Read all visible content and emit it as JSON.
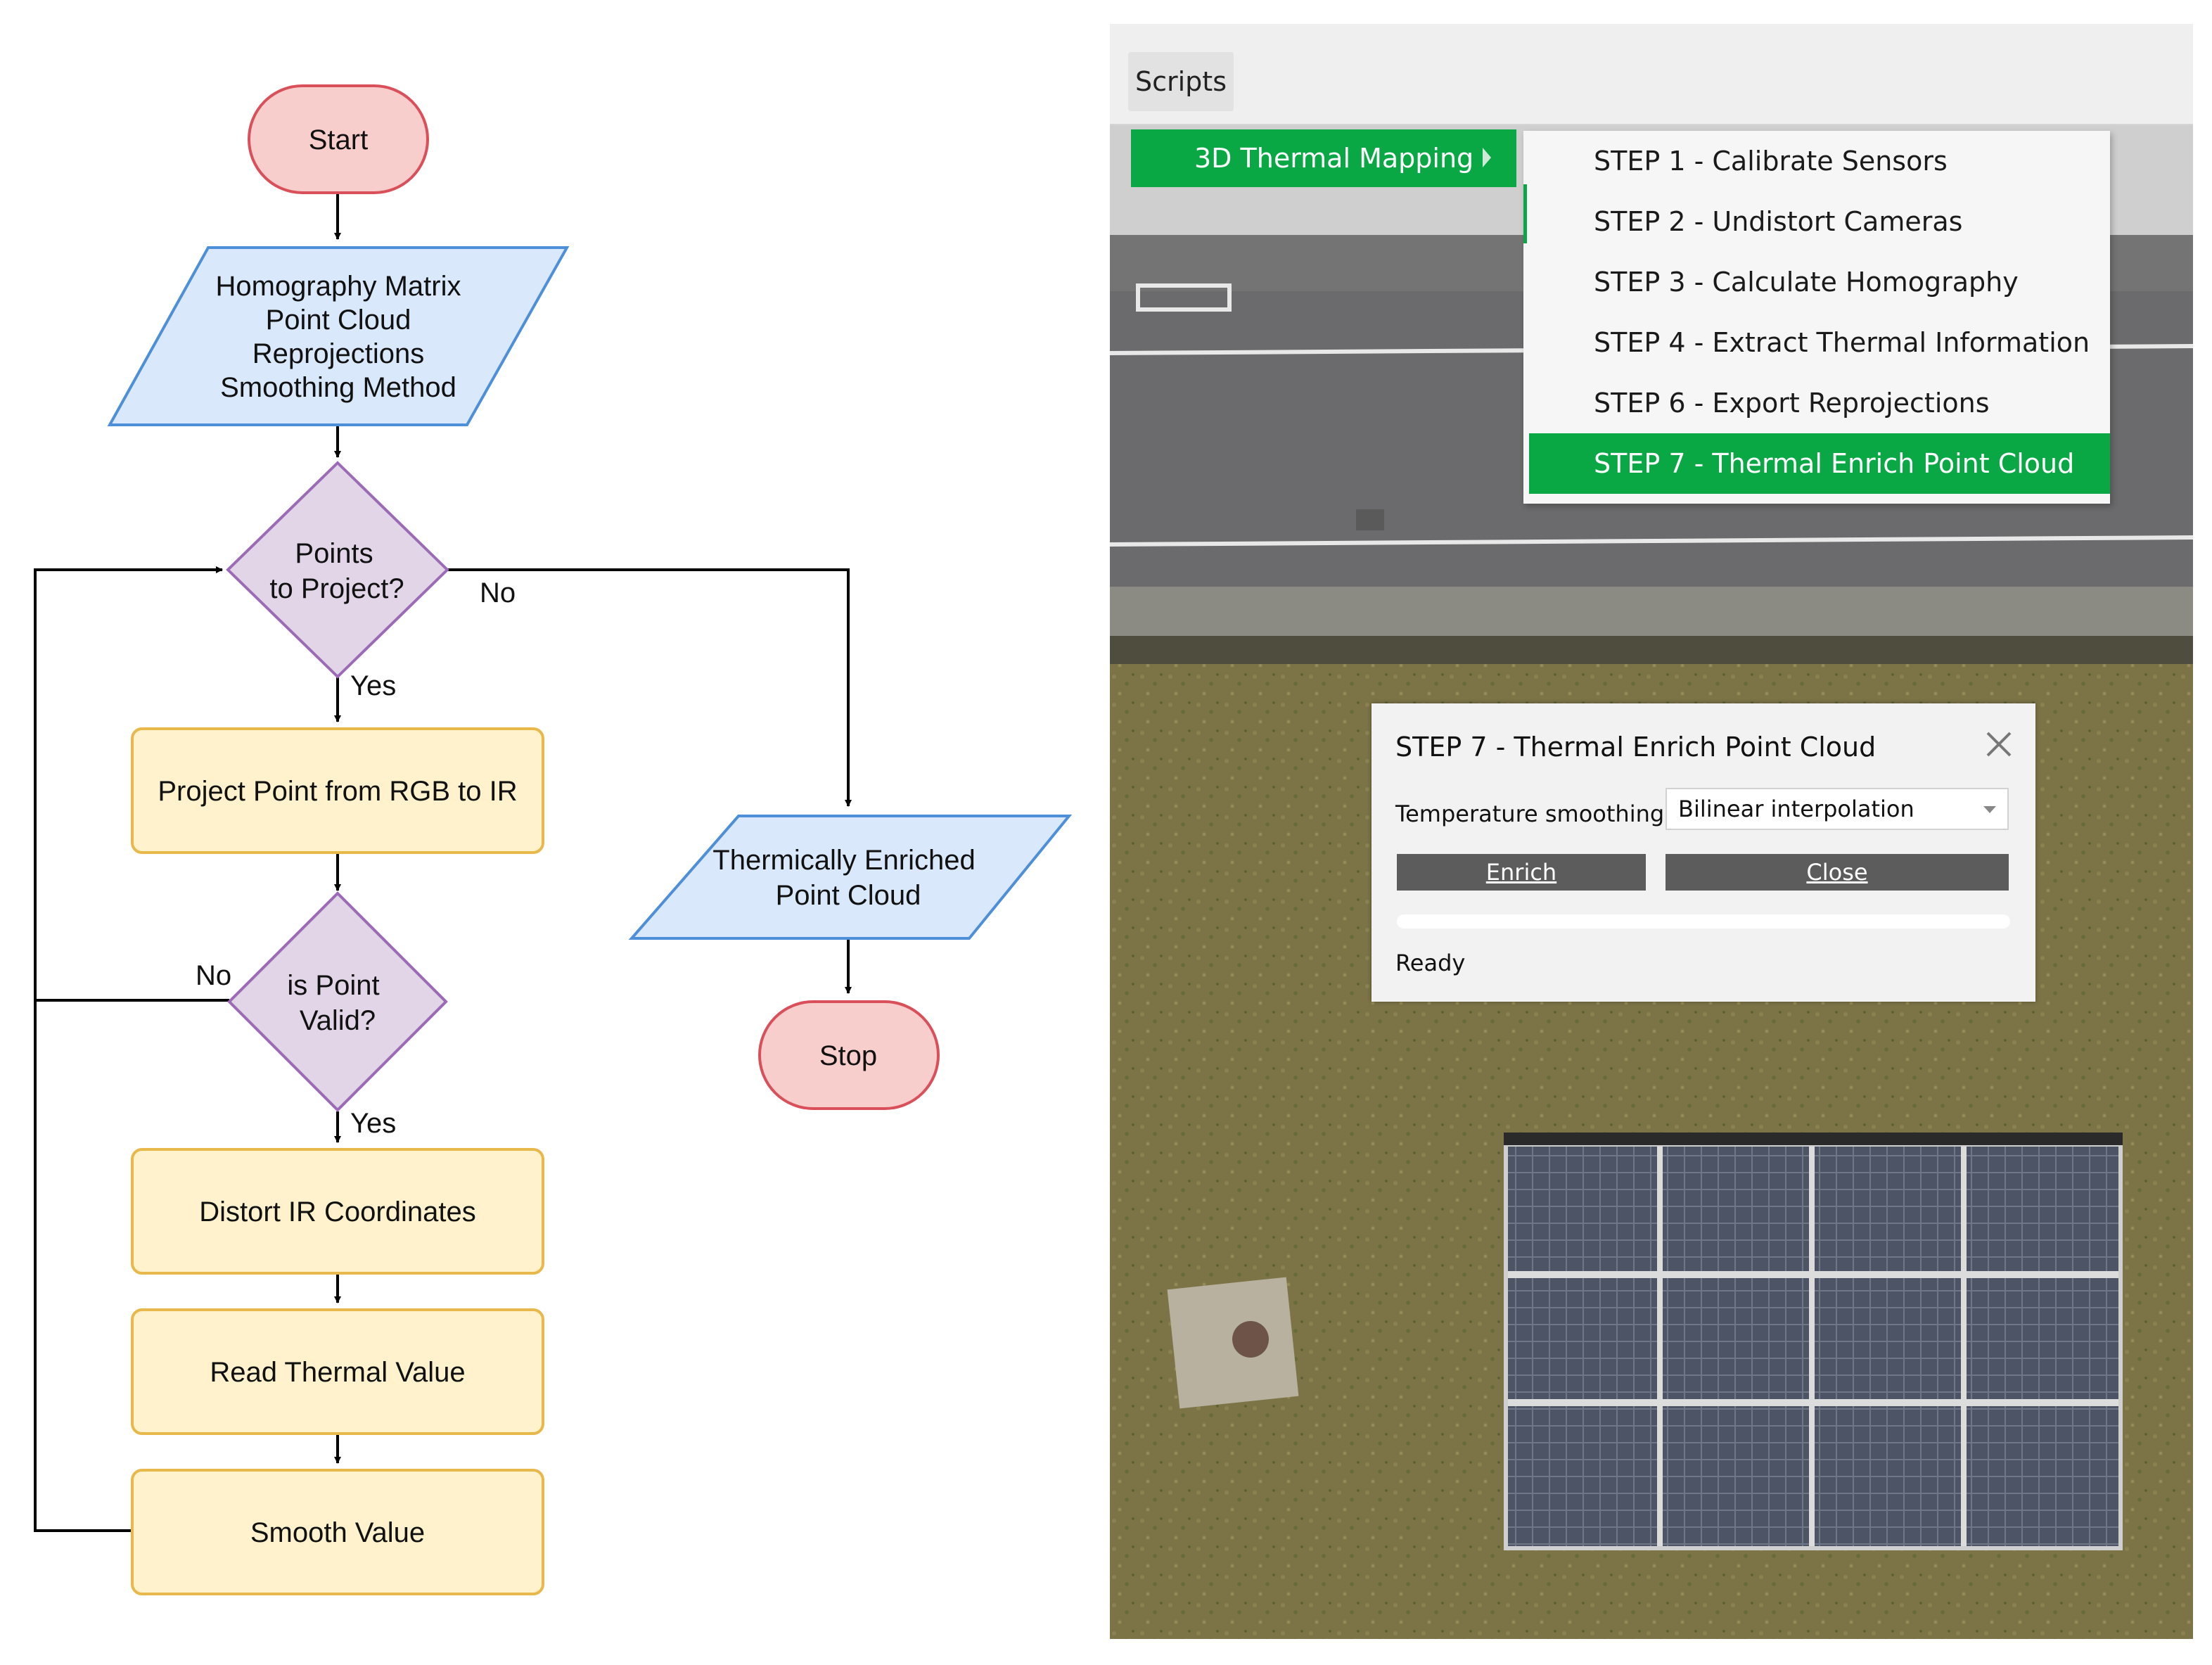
{
  "flowchart": {
    "start": "Start",
    "inputs": [
      "Homography Matrix",
      "Point Cloud",
      "Reprojections",
      "Smoothing Method"
    ],
    "decision_points": [
      "Points",
      "to Project?"
    ],
    "project_point": "Project Point from RGB to IR",
    "decision_valid": [
      "is Point",
      "Valid?"
    ],
    "distort": "Distort IR Coordinates",
    "read_thermal": "Read Thermal Value",
    "smooth": "Smooth Value",
    "output": [
      "Thermically Enriched",
      "Point Cloud"
    ],
    "stop": "Stop",
    "labels": {
      "yes": "Yes",
      "no": "No"
    },
    "colors": {
      "terminal_fill": "#f8cecc",
      "terminal_stroke": "#d9505a",
      "io_fill": "#dae8fc",
      "io_stroke": "#4d8fd8",
      "decision_fill": "#e1d5e7",
      "decision_stroke": "#9b6bb5",
      "process_fill": "#fff2cc",
      "process_stroke": "#e8b84a"
    }
  },
  "app": {
    "menubar": {
      "scripts_label": "Scripts"
    },
    "menu": {
      "parent_label": "3D Thermal Mapping",
      "items": [
        {
          "label": "STEP 1 - Calibrate Sensors",
          "active": false
        },
        {
          "label": "STEP 2 - Undistort Cameras",
          "active": false
        },
        {
          "label": "STEP 3 - Calculate Homography",
          "active": false
        },
        {
          "label": "STEP 4 - Extract Thermal Information",
          "active": false
        },
        {
          "label": "STEP 6 - Export Reprojections",
          "active": false
        },
        {
          "label": "STEP 7 - Thermal Enrich Point Cloud",
          "active": true
        }
      ]
    },
    "dialog": {
      "title": "STEP 7 - Thermal Enrich Point Cloud",
      "smoothing_label": "Temperature smoothing:",
      "smoothing_value": "Bilinear interpolation",
      "enrich_label": "Enrich",
      "close_label": "Close",
      "progress": 0,
      "status": "Ready"
    },
    "accent_color": "#0aa845"
  }
}
